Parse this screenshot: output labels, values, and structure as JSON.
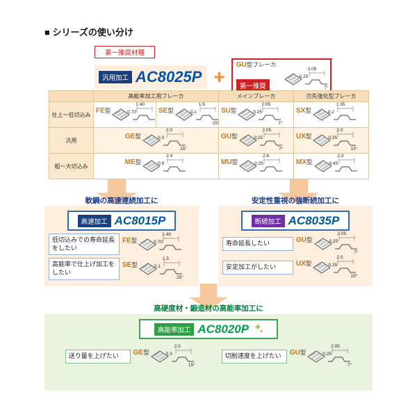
{
  "page": {
    "title": "■ シリーズの使い分け"
  },
  "top": {
    "first_label": "第一推奨材種",
    "usage_badge": "汎用加工",
    "grade": "AC8025P",
    "plus": "+",
    "gu": {
      "code": "GU",
      "title_suffix": "型ブレーカ",
      "badge": "第一推奨"
    }
  },
  "table": {
    "col_headers": [
      "高能率加工用ブレーカ",
      "メインブレーカ",
      "刃先強化型ブレーカ"
    ],
    "row_labels": [
      "仕上〜低切込み",
      "汎用",
      "粗〜大切込み"
    ]
  },
  "breakers": {
    "FE": {
      "code": "FE",
      "kata": "型",
      "dims": [
        "1.40",
        "0.70",
        ""
      ]
    },
    "SE": {
      "code": "SE",
      "kata": "型",
      "dims": [
        "1.5",
        "0.1",
        "25°"
      ]
    },
    "SU": {
      "code": "SU",
      "kata": "型",
      "dims": [
        "2.05",
        "0.25",
        "7°"
      ]
    },
    "SX": {
      "code": "SX",
      "kata": "型",
      "dims": [
        "1.35",
        "0.2",
        ""
      ]
    },
    "GE": {
      "code": "GE",
      "kata": "型",
      "dims": [
        "2.0",
        "0.3",
        "15°"
      ]
    },
    "GU": {
      "code": "GU",
      "kata": "型",
      "dims": [
        "2.05",
        "0.25",
        "7°"
      ]
    },
    "UX": {
      "code": "UX",
      "kata": "型",
      "dims": [
        "2.0",
        "0.25",
        "15°"
      ]
    },
    "ME": {
      "code": "ME",
      "kata": "型",
      "dims": [
        "2.4",
        "0.9",
        ""
      ]
    },
    "MU": {
      "code": "MU",
      "kata": "型",
      "dims": [
        "2.6",
        "0.25",
        ""
      ]
    },
    "MX": {
      "code": "MX",
      "kata": "型",
      "dims": [
        "2.3",
        "0.45",
        ""
      ]
    }
  },
  "left_panel": {
    "title": "軟鋼の高速連続加工に",
    "badge": "高速加工",
    "grade": "AC8015P",
    "needs": [
      "低切込みでの寿命延長をしたい",
      "高能率で仕上げ加工をしたい"
    ]
  },
  "right_panel": {
    "title": "安定性重視の強断続加工に",
    "badge": "断続加工",
    "grade": "AC8035P",
    "needs": [
      "寿命延長したい",
      "安定加工がしたい"
    ]
  },
  "bottom_panel": {
    "title": "高硬度材・鍛造材の高能率加工に",
    "badge": "高能率加工",
    "grade": "AC8020P",
    "needs": [
      "送り量を上げたい",
      "切削速度を上げたい"
    ]
  },
  "colors": {
    "accent_red": "#cc2222",
    "grade_blue": "#0055a5",
    "navy_badge": "#1b3f7a",
    "purple_badge": "#7030a0",
    "green_badge": "#2f9e44",
    "grade_green": "#00a04a",
    "peach_panel": "#fdeedd",
    "green_panel": "#e9f3dd",
    "arrow": "#f6c89d",
    "type_label": "#c87818"
  }
}
